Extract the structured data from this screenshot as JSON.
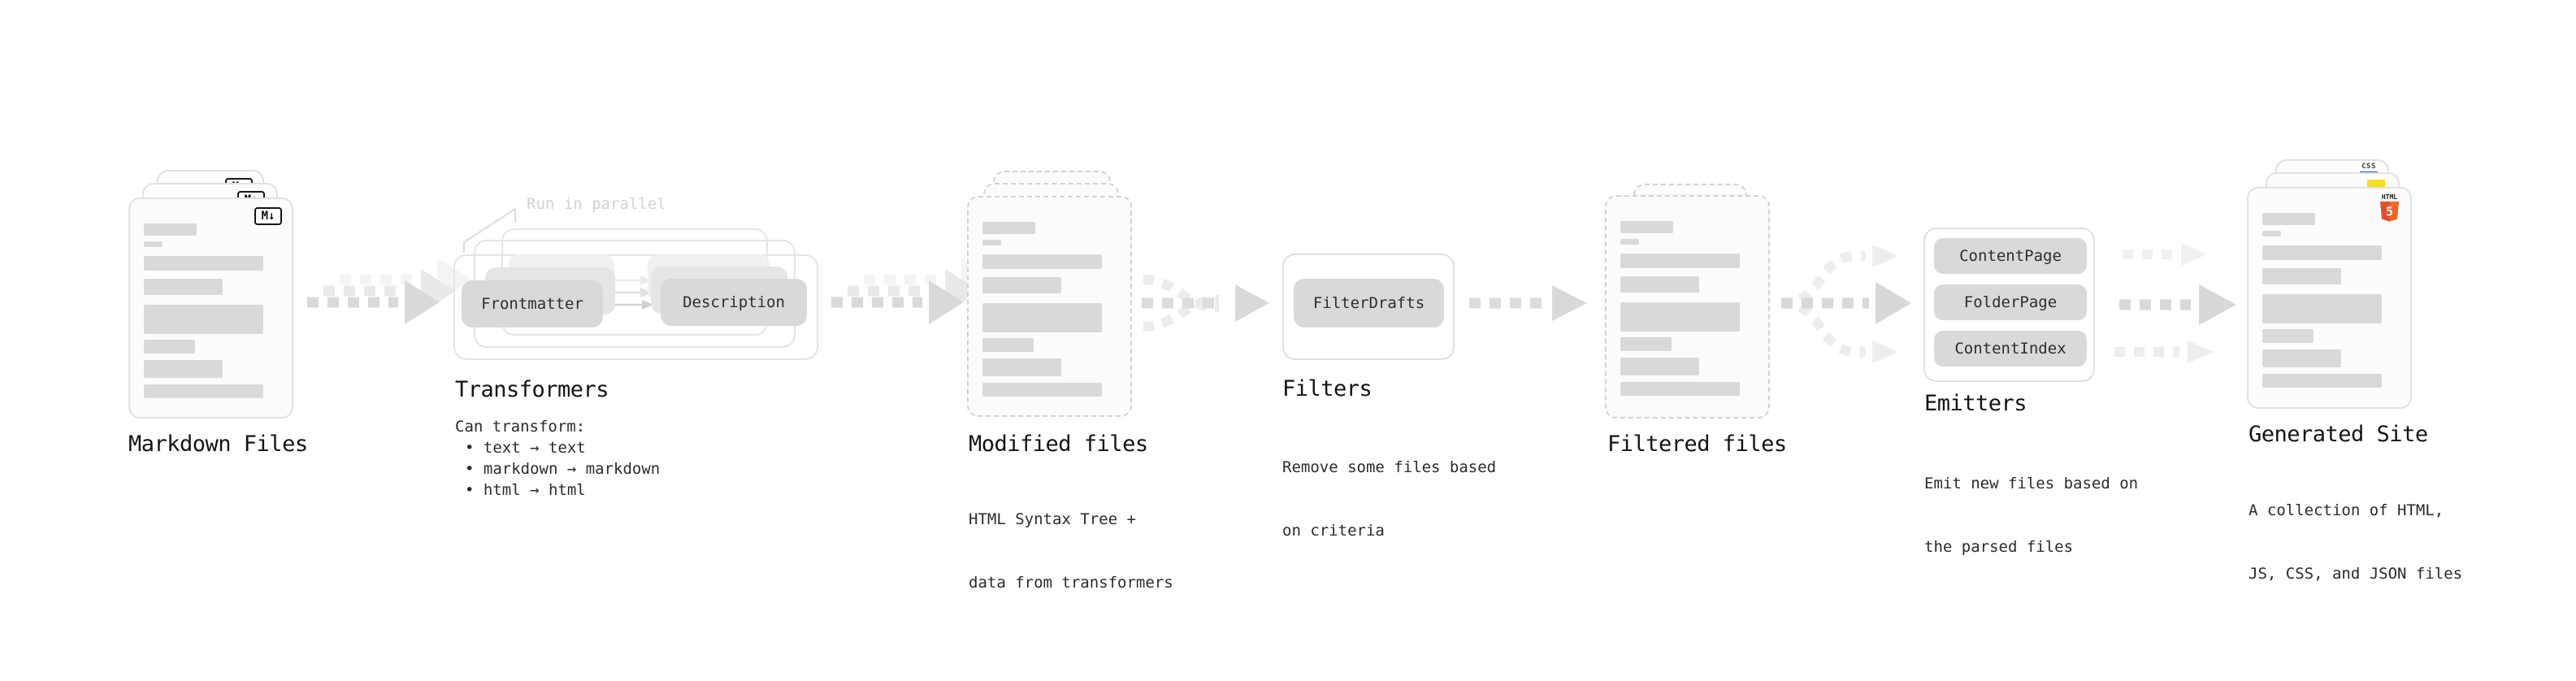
{
  "stages": {
    "markdown": {
      "title": "Markdown Files",
      "icon_label": "M↓"
    },
    "transformers": {
      "title": "Transformers",
      "note": "Run in parallel",
      "pill_left": "Frontmatter",
      "pill_right": "Description",
      "desc_heading": "Can transform:",
      "bullets": [
        "• text → text",
        "• markdown → markdown",
        "• html → html"
      ]
    },
    "modified": {
      "title": "Modified files",
      "desc1": "HTML Syntax Tree +",
      "desc2": "data from transformers"
    },
    "filters": {
      "title": "Filters",
      "pill": "FilterDrafts",
      "desc1": "Remove some files based",
      "desc2": "on criteria"
    },
    "filtered": {
      "title": "Filtered files"
    },
    "emitters": {
      "title": "Emitters",
      "pills": [
        "ContentPage",
        "FolderPage",
        "ContentIndex"
      ],
      "desc1": "Emit new files based on",
      "desc2": "the parsed files"
    },
    "generated": {
      "title": "Generated Site",
      "desc1": "A collection of HTML,",
      "desc2": "JS, CSS, and JSON files",
      "css_label": "CSS",
      "html_label": "HTML",
      "html_number": "5"
    }
  },
  "colors": {
    "card_bg": "#fcfcfc",
    "card_border": "#e1e1e1",
    "dashed_border": "#d2d2d2",
    "bar": "#d9d9d9",
    "pill": "#d9d9d9",
    "arrow": "#d9d9d9",
    "arrow_light": "#ededed",
    "note_text": "#d2d2d2",
    "text": "#1a1a1a",
    "html5_orange": "#e44d26",
    "html5_orange_light": "#f16529",
    "js_yellow": "#f7df1e",
    "css_blue": "#2d53e5"
  }
}
